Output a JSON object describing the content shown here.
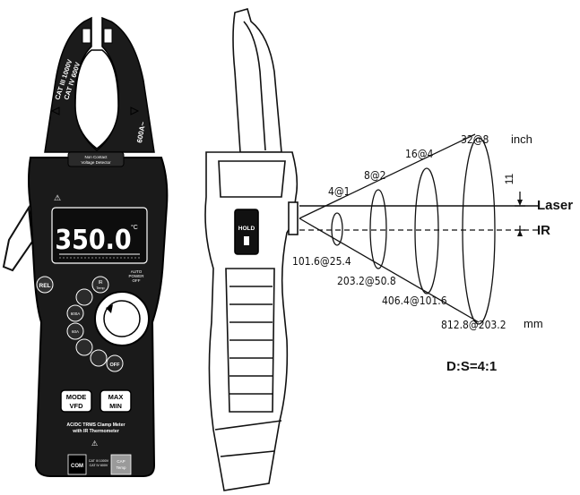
{
  "front": {
    "cat_line1": "CAT III 1000V",
    "cat_line2": "CAT IV 600V",
    "clamp_rating": "600A~",
    "ncv_line1": "Non Contact",
    "ncv_line2": "Voltage Detector",
    "display_reading": "350.0",
    "display_unit": "°C",
    "rel_button": "REL",
    "auto_power_line1": "AUTO",
    "auto_power_line2": "POWER",
    "auto_power_line3": "OFF",
    "dial": {
      "ir": "IR",
      "temp": "Temp",
      "a600": "600A",
      "a60": "60A",
      "off": "OFF"
    },
    "mode_button_line1": "MODE",
    "mode_button_line2": "VFD",
    "max_button_line1": "MAX",
    "max_button_line2": "MIN",
    "product_line1": "AC/DC TRMS Clamp Meter",
    "product_line2": "with IR Thermometer",
    "com_jack": "COM",
    "jack_rating_line1": "CAT III 1000V",
    "jack_rating_line2": "CAT IV 600V",
    "cap_jack_line1": "CAP",
    "cap_jack_line2": "Temp"
  },
  "side": {
    "hold_button": "HOLD"
  },
  "diagram": {
    "spot_labels_inch": [
      "4@1",
      "8@2",
      "16@4",
      "32@8"
    ],
    "spot_labels_mm": [
      "101.6@25.4",
      "203.2@50.8",
      "406.4@101.6",
      "812.8@203.2"
    ],
    "inch_unit": "inch",
    "mm_unit": "mm",
    "offset_dim": "11",
    "laser_label": "Laser",
    "ir_label": "IR",
    "ratio_label": "D:S=4:1"
  }
}
